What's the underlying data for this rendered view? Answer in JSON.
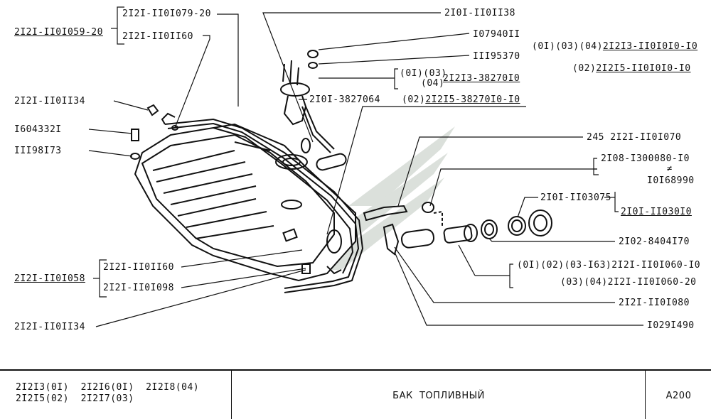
{
  "labels": {
    "l1": "2I2I-II0I079-20",
    "l2": "2I2I-II0II60",
    "l3": "2I2I-II0I059-20",
    "l4": "2I0I-II0II38",
    "l5": "I07940II",
    "l6": "III95370",
    "l7": "(0I)(03)(04)2I2I3-II0I0I0-I0",
    "l8": "(02)2I2I5-II0I0I0-I0",
    "l9a": "(0I)(03)",
    "l9b": "(04)",
    "l9c": "2I2I3-38270I0",
    "l10": "2I0I-3827064",
    "l11": "(02)2I2I5-38270I0-I0",
    "l12": "2I2I-II0II34",
    "l13": "I604332I",
    "l14": "III98I73",
    "l15": "245 2I2I-II0I070",
    "l16": "2I08-I300080-I0",
    "l17": "I0I68990",
    "l18": "2I0I-II03075",
    "l19": "2I0I-II030I0",
    "l20": "2I02-8404I70",
    "l21": "(0I)(02)(03-I63)2I2I-II0I060-I0",
    "l22": "(03)(04)2I2I-II0I060-20",
    "l23": "2I2I-II0I080",
    "l24": "I029I490",
    "l25": "2I2I-II0II60",
    "l26": "2I2I-II0I058",
    "l27": "2I2I-II0I098",
    "l28": "2I2I-II0II34",
    "not_equal": "≠"
  },
  "footer": {
    "models_row1": "2I2I3(0I)  2I2I6(0I)  2I2I8(04)",
    "models_row2": "2I2I5(02)  2I2I7(03)",
    "title": "БАК  ТОПЛИВНЫЙ",
    "code": "A200"
  }
}
